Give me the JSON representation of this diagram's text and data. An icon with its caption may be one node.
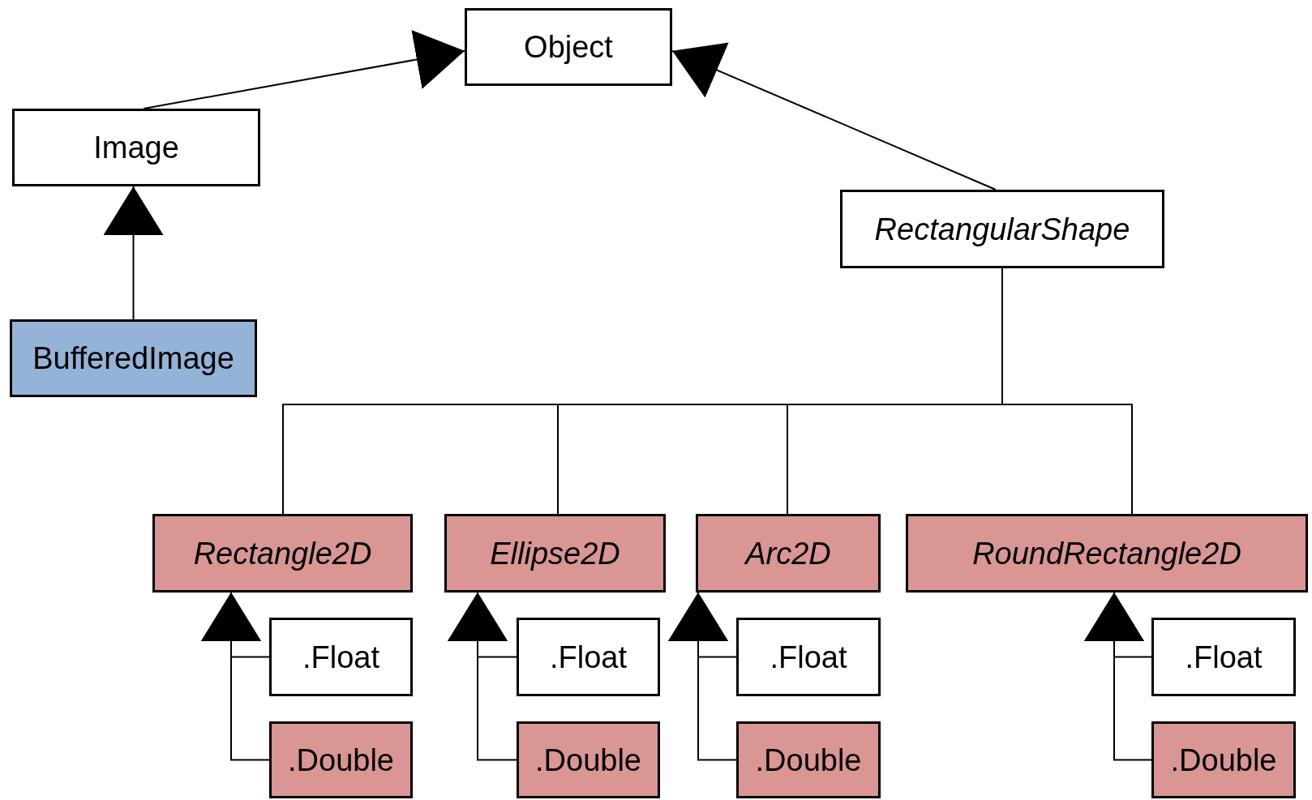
{
  "diagram": {
    "nodes": [
      {
        "text": [
          "Object"
        ]
      },
      {
        "text": [
          "Image"
        ]
      },
      {
        "text": [
          "BufferedImage"
        ]
      },
      {
        "text": [
          "RectangularShape"
        ]
      },
      {
        "text": [
          "Rectangle2D"
        ]
      },
      {
        "text": [
          ".Float"
        ]
      },
      {
        "text": [
          ".Double"
        ]
      },
      {
        "text": [
          "Ellipse2D"
        ]
      },
      {
        "text": [
          ".Float"
        ]
      },
      {
        "text": [
          ".Double"
        ]
      },
      {
        "text": [
          "Arc2D"
        ]
      },
      {
        "text": [
          ".Float"
        ]
      },
      {
        "text": [
          ".Double"
        ]
      },
      {
        "text": [
          "RoundRectangle2D"
        ]
      },
      {
        "text": [
          ".Float"
        ]
      },
      {
        "text": [
          ".Double"
        ]
      }
    ],
    "edges": [
      {
        "from": 1,
        "to": 0,
        "arrow": "to"
      },
      {
        "from": 3,
        "to": 0,
        "arrow": "to"
      },
      {
        "from": 2,
        "to": 1,
        "arrow": "to"
      },
      {
        "from": 4,
        "to": 3,
        "arrow": "none"
      },
      {
        "from": 7,
        "to": 3,
        "arrow": "none"
      },
      {
        "from": 10,
        "to": 3,
        "arrow": "none"
      },
      {
        "from": 13,
        "to": 3,
        "arrow": "none"
      },
      {
        "from": 5,
        "to": 4,
        "arrow": "to"
      },
      {
        "from": 6,
        "to": 4,
        "arrow": "to"
      },
      {
        "from": 8,
        "to": 7,
        "arrow": "to"
      },
      {
        "from": 9,
        "to": 7,
        "arrow": "to"
      },
      {
        "from": 11,
        "to": 10,
        "arrow": "to"
      },
      {
        "from": 12,
        "to": 10,
        "arrow": "to"
      },
      {
        "from": 14,
        "to": 13,
        "arrow": "to"
      },
      {
        "from": 15,
        "to": 13,
        "arrow": "to"
      }
    ]
  }
}
